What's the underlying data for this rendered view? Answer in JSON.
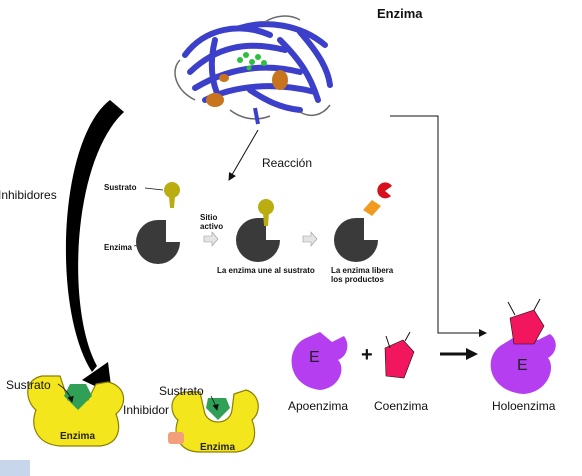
{
  "title": "Enzima",
  "left_label": "Inhibidores",
  "reaction_label": "Reacción",
  "diagram_labels": {
    "substrate": "Sustrato",
    "enzyme": "Enzima",
    "active_site": "Sitio activo",
    "step1": "La enzima une al sustrato",
    "step2": "La enzima libera los productos"
  },
  "inhibition": {
    "substrate1": "Sustrato",
    "enzyme1": "Enzima",
    "substrate2": "Sustrato",
    "inhibitor": "Inhibidor",
    "enzyme2": "Enzima"
  },
  "cofactor": {
    "apoenzyme_letter": "E",
    "plus": "+",
    "holoenzyme_letter": "E",
    "apoenzyme": "Apoenzima",
    "coenzyme": "Coenzima",
    "holoenzyme": "Holoenzima"
  },
  "colors": {
    "protein_strands": "#3b3fc9",
    "helix": "#c8741e",
    "active_ligand": "#2fbf3f",
    "enzyme_dark": "#3a3a3a",
    "substrate_olive": "#b9ad12",
    "product_red": "#d8101e",
    "product_orange": "#f29a1f",
    "enzyme_yellow": "#f4e61c",
    "substrate_green": "#2fa056",
    "inhibitor_salmon": "#f2a07a",
    "apoenzyme_purple": "#b43ef0",
    "coenzyme_pink": "#f2165f"
  }
}
